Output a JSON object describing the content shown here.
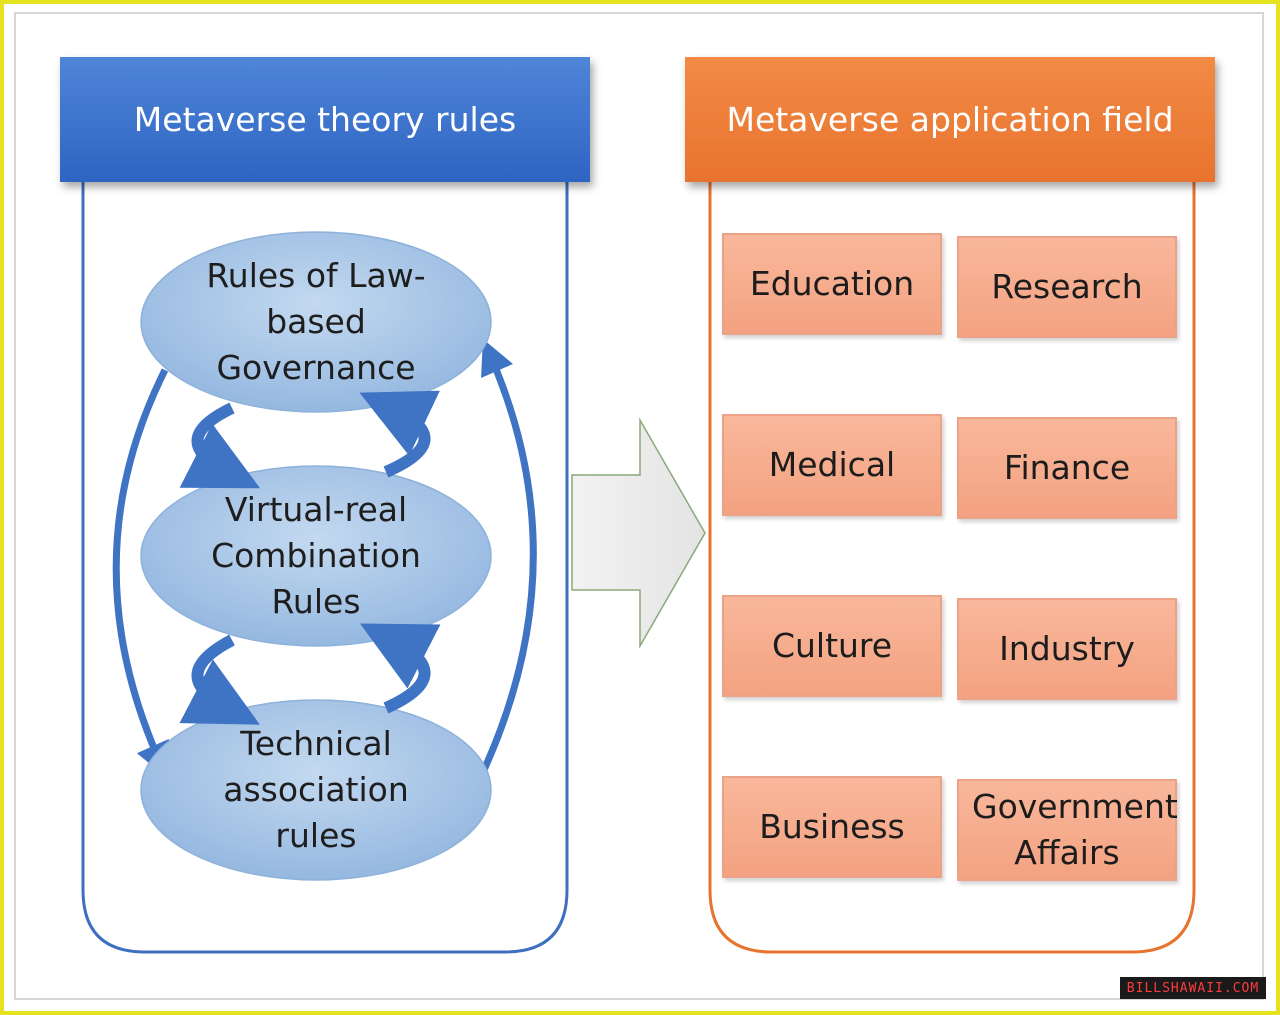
{
  "theory": {
    "title": "Metaverse theory rules",
    "rules": [
      "Rules of Law-based Governance",
      "Virtual-real Combination Rules",
      "Technical association rules"
    ]
  },
  "application": {
    "title": "Metaverse application field",
    "fields": [
      "Education",
      "Research",
      "Medical",
      "Finance",
      "Culture",
      "Industry",
      "Business",
      "Government Affairs"
    ]
  },
  "watermark": "BILLSHAWAII.COM",
  "colors": {
    "theory_header": "#2e64c2",
    "theory_ellipse": "#a9c6e6",
    "arrow": "#3f73c4",
    "application_header": "#e8732e",
    "application_box": "#f3a281",
    "frame": "#e6e21e"
  },
  "icons": [
    "cycle-arrows-icon",
    "right-arrow-icon"
  ]
}
